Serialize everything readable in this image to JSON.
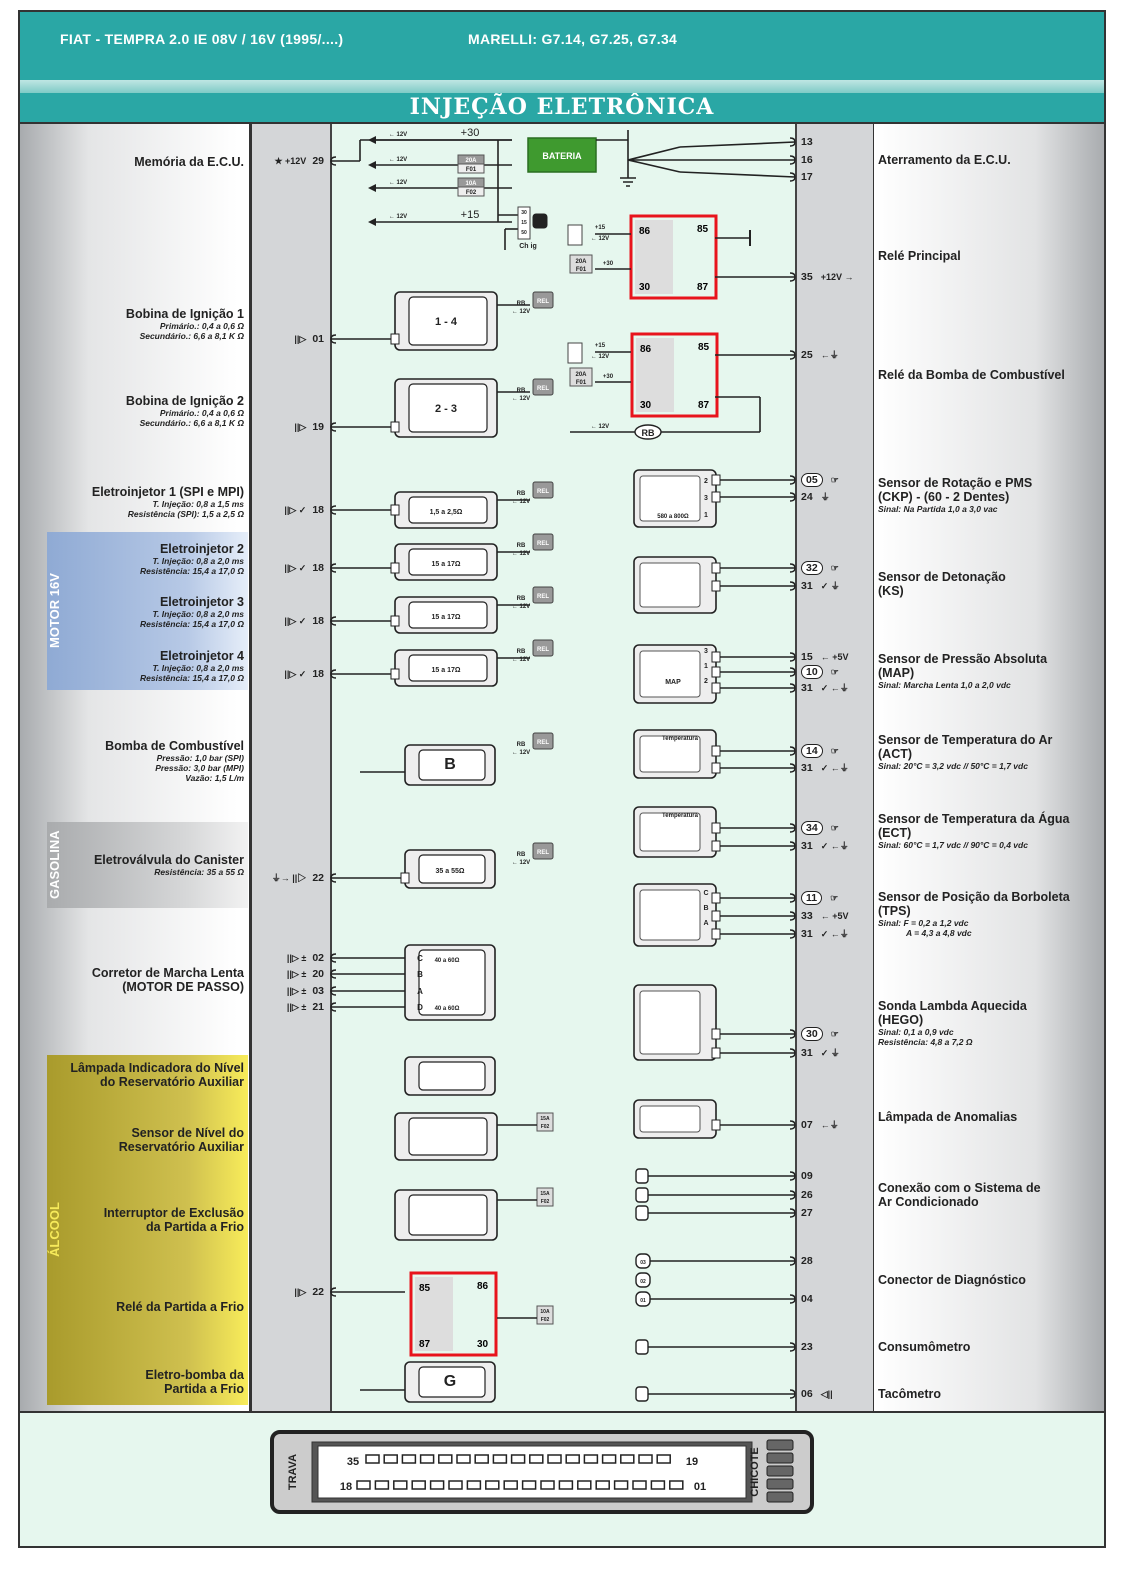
{
  "header": {
    "vehicle": "FIAT - TEMPRA 2.0 IE 08V / 16V (1995/....)",
    "ecu": "MARELLI: G7.14, G7.25, G7.34",
    "title": "INJEÇÃO ELETRÔNICA"
  },
  "groups": {
    "motor16v": "MOTOR 16V",
    "gasolina": "GASOLINA",
    "alcool": "ÁLCOOL"
  },
  "left_components": [
    {
      "label": "Memória da E.C.U.",
      "specs": [],
      "pins": [
        {
          "num": "29",
          "icon": "★ +12V"
        }
      ]
    },
    {
      "label": "Bobina de Ignição 1",
      "specs": [
        "Primário.: 0,4 a 0,6 Ω",
        "Secundário.: 6,6 a 8,1 K Ω"
      ],
      "pins": [
        {
          "num": "01",
          "icon": "||▷"
        }
      ]
    },
    {
      "label": "Bobina de Ignição 2",
      "specs": [
        "Primário.: 0,4 a 0,6 Ω",
        "Secundário.: 6,6 a 8,1 K Ω"
      ],
      "pins": [
        {
          "num": "19",
          "icon": "||▷"
        }
      ]
    },
    {
      "label": "Eletroinjetor 1 (SPI e MPI)",
      "specs": [
        "T. Injeção: 0,8 a 1,5 ms",
        "Resistência (SPI): 1,5 a 2,5 Ω"
      ],
      "pins": [
        {
          "num": "18",
          "icon": "||▷ ✓"
        }
      ]
    },
    {
      "label": "Eletroinjetor 2",
      "specs": [
        "T. Injeção: 0,8 a 2,0 ms",
        "Resistência: 15,4 a 17,0 Ω"
      ],
      "pins": [
        {
          "num": "18",
          "icon": "||▷ ✓"
        }
      ]
    },
    {
      "label": "Eletroinjetor 3",
      "specs": [
        "T. Injeção: 0,8 a 2,0 ms",
        "Resistência: 15,4 a 17,0 Ω"
      ],
      "pins": [
        {
          "num": "18",
          "icon": "||▷ ✓"
        }
      ]
    },
    {
      "label": "Eletroinjetor 4",
      "specs": [
        "T. Injeção: 0,8 a 2,0 ms",
        "Resistência: 15,4 a 17,0 Ω"
      ],
      "pins": [
        {
          "num": "18",
          "icon": "||▷ ✓"
        }
      ]
    },
    {
      "label": "Bomba de Combustível",
      "specs": [
        "Pressão: 1,0 bar (SPI)",
        "Pressão: 3,0 bar (MPI)",
        "Vazão: 1,5 L/m"
      ],
      "pins": []
    },
    {
      "label": "Eletroválvula do Canister",
      "specs": [
        "Resistência: 35 a 55 Ω"
      ],
      "pins": [
        {
          "num": "22",
          "icon": "⏚→ ||▷"
        }
      ]
    },
    {
      "label": "Corretor de Marcha Lenta\n(MOTOR DE PASSO)",
      "specs": [],
      "pins": [
        {
          "num": "02",
          "icon": "||▷ ±"
        },
        {
          "num": "20",
          "icon": "||▷ ±"
        },
        {
          "num": "03",
          "icon": "||▷ ±"
        },
        {
          "num": "21",
          "icon": "||▷ ±"
        }
      ]
    },
    {
      "label": "Lâmpada Indicadora do Nível\ndo Reservatório Auxiliar",
      "specs": [],
      "pins": []
    },
    {
      "label": "Sensor de Nível do\nReservatório Auxiliar",
      "specs": [],
      "pins": []
    },
    {
      "label": "Interruptor de Exclusão\nda Partida a Frio",
      "specs": [],
      "pins": []
    },
    {
      "label": "Relé da Partida a Frio",
      "specs": [],
      "pins": [
        {
          "num": "22",
          "icon": "||▷"
        }
      ]
    },
    {
      "label": "Eletro-bomba da\nPartida a Frio",
      "specs": [],
      "pins": []
    }
  ],
  "right_components": [
    {
      "label": "Aterramento da E.C.U.",
      "specs": [],
      "pins": [
        {
          "num": "13",
          "icon": ""
        },
        {
          "num": "16",
          "icon": ""
        },
        {
          "num": "17",
          "icon": ""
        }
      ]
    },
    {
      "label": "Relé Principal",
      "specs": [],
      "pins": [
        {
          "num": "35",
          "icon": "+12V →"
        }
      ]
    },
    {
      "label": "Relé da Bomba de Combustível",
      "specs": [],
      "pins": [
        {
          "num": "25",
          "icon": "←⏚"
        }
      ]
    },
    {
      "label": "Sensor de Rotação e PMS\n(CKP) - (60 - 2 Dentes)",
      "specs": [
        "Sinal: Na Partida 1,0 a 3,0 vac"
      ],
      "pins": [
        {
          "num": "05",
          "icon": "☞",
          "circled": true
        },
        {
          "num": "24",
          "icon": "⏚"
        }
      ]
    },
    {
      "label": "Sensor de Detonação\n(KS)",
      "specs": [],
      "pins": [
        {
          "num": "32",
          "icon": "☞",
          "circled": true
        },
        {
          "num": "31",
          "icon": "✓ ⏚"
        }
      ]
    },
    {
      "label": "Sensor de Pressão Absoluta\n(MAP)",
      "specs": [
        "Sinal: Marcha Lenta 1,0 a 2,0 vdc"
      ],
      "pins": [
        {
          "num": "15",
          "icon": "← +5V"
        },
        {
          "num": "10",
          "icon": "☞",
          "circled": true
        },
        {
          "num": "31",
          "icon": "✓ ←⏚"
        }
      ]
    },
    {
      "label": "Sensor de Temperatura do Ar\n(ACT)",
      "specs": [
        "Sinal: 20°C = 3,2 vdc // 50°C = 1,7 vdc"
      ],
      "pins": [
        {
          "num": "14",
          "icon": "☞",
          "circled": true
        },
        {
          "num": "31",
          "icon": "✓ ←⏚"
        }
      ]
    },
    {
      "label": "Sensor de Temperatura da Água\n(ECT)",
      "specs": [
        "Sinal: 60°C = 1,7 vdc // 90°C = 0,4 vdc"
      ],
      "pins": [
        {
          "num": "34",
          "icon": "☞",
          "circled": true
        },
        {
          "num": "31",
          "icon": "✓ ←⏚"
        }
      ]
    },
    {
      "label": "Sensor de Posição da Borboleta\n(TPS)",
      "specs": [
        "Sinal: F = 0,2 a 1,2 vdc",
        "A = 4,3 a 4,8 vdc"
      ],
      "pins": [
        {
          "num": "11",
          "icon": "☞",
          "circled": true
        },
        {
          "num": "33",
          "icon": "← +5V"
        },
        {
          "num": "31",
          "icon": "✓ ←⏚"
        }
      ]
    },
    {
      "label": "Sonda Lambda Aquecida\n(HEGO)",
      "specs": [
        "Sinal: 0,1 a 0,9 vdc",
        "Resistência: 4,8 a 7,2 Ω"
      ],
      "pins": [
        {
          "num": "30",
          "icon": "☞",
          "circled": true
        },
        {
          "num": "31",
          "icon": "✓ ⏚"
        }
      ]
    },
    {
      "label": "Lâmpada de Anomalias",
      "specs": [],
      "pins": [
        {
          "num": "07",
          "icon": "←⏚"
        }
      ]
    },
    {
      "label": "Conexão com o Sistema de\nAr Condicionado",
      "specs": [],
      "pins": [
        {
          "num": "09",
          "icon": ""
        },
        {
          "num": "26",
          "icon": ""
        },
        {
          "num": "27",
          "icon": ""
        }
      ]
    },
    {
      "label": "Conector de Diagnóstico",
      "specs": [],
      "pins": [
        {
          "num": "28",
          "icon": ""
        },
        {
          "num": "04",
          "icon": ""
        }
      ]
    },
    {
      "label": "Consumômetro",
      "specs": [],
      "pins": [
        {
          "num": "23",
          "icon": ""
        }
      ]
    },
    {
      "label": "Tacômetro",
      "specs": [],
      "pins": [
        {
          "num": "06",
          "icon": "◁||"
        }
      ]
    }
  ],
  "diagram": {
    "battery": "BATERIA",
    "plus30": "+30",
    "plus15": "+15",
    "v12": "← 12V",
    "fuse1": {
      "amp": "20A",
      "id": "F01"
    },
    "fuse2": {
      "amp": "10A",
      "id": "F02"
    },
    "fuse_15a": {
      "amp": "15A",
      "id": "F02"
    },
    "fuse_10a": {
      "amp": "10A",
      "id": "F02"
    },
    "ignition_switch": {
      "label": "Ch ig",
      "terminals": [
        "30",
        "15",
        "50"
      ]
    },
    "relay_terminals": [
      "86",
      "85",
      "30",
      "87"
    ],
    "rb": "RB",
    "rel": "REL",
    "coil1": "1 - 4",
    "coil2": "2 - 3",
    "inj1": "1,5 a 2,5Ω",
    "inj_mpi": "15 a 17Ω",
    "pump": "B",
    "canister": "35 a 55Ω",
    "stepper": {
      "terminals": [
        "C",
        "B",
        "A",
        "D"
      ],
      "res": "40 a 60Ω"
    },
    "cold_pump": "G",
    "ckp": {
      "res": "580 a 800Ω",
      "terminals": [
        "2",
        "3",
        "1"
      ]
    },
    "map": {
      "label": "MAP",
      "terminals": [
        "3",
        "1",
        "2"
      ]
    },
    "temp": "Temperatura",
    "tps": [
      "C",
      "B",
      "A"
    ],
    "diag_terms": [
      "03",
      "02",
      "01"
    ]
  },
  "connector": {
    "lock": "TRAVA",
    "harness": "CHICOTE",
    "top_start": "35",
    "top_end": "19",
    "bottom_start": "18",
    "bottom_end": "01"
  },
  "colors": {
    "header": "#2aa7a5",
    "highlight": "#e8141c",
    "battery": "#3f9a2f",
    "motor16v": "#8faad4",
    "alcool": "#cfc04f"
  }
}
